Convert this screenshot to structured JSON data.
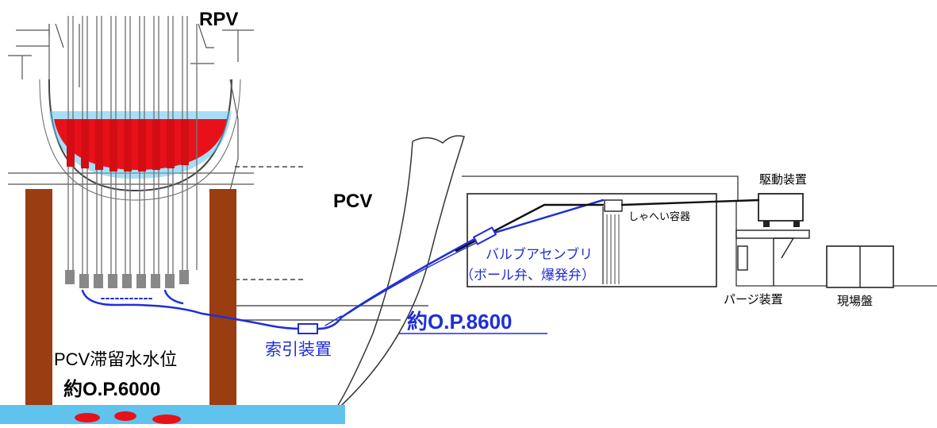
{
  "labels": {
    "rpv": "RPV",
    "pcv": "PCV",
    "drive_unit": "駆動装置",
    "shield_container": "しゃへい容器",
    "valve_assembly_line1": "バルブアセンブリ",
    "valve_assembly_line2": "（ボール弁、爆発弁）",
    "purge_unit": "パージ装置",
    "local_panel": "現場盤",
    "op_8600": "約O.P.8600",
    "traction_unit": "索引装置",
    "pcv_water_level": "PCV滞留水水位",
    "op_6000": "約O.P.6000"
  },
  "colors": {
    "water": "#5fc3ee",
    "molten": "#e8111a",
    "pedestal": "#9a3d10",
    "cable": "#1f2fd6",
    "text_blue": "#1f2fd6"
  }
}
